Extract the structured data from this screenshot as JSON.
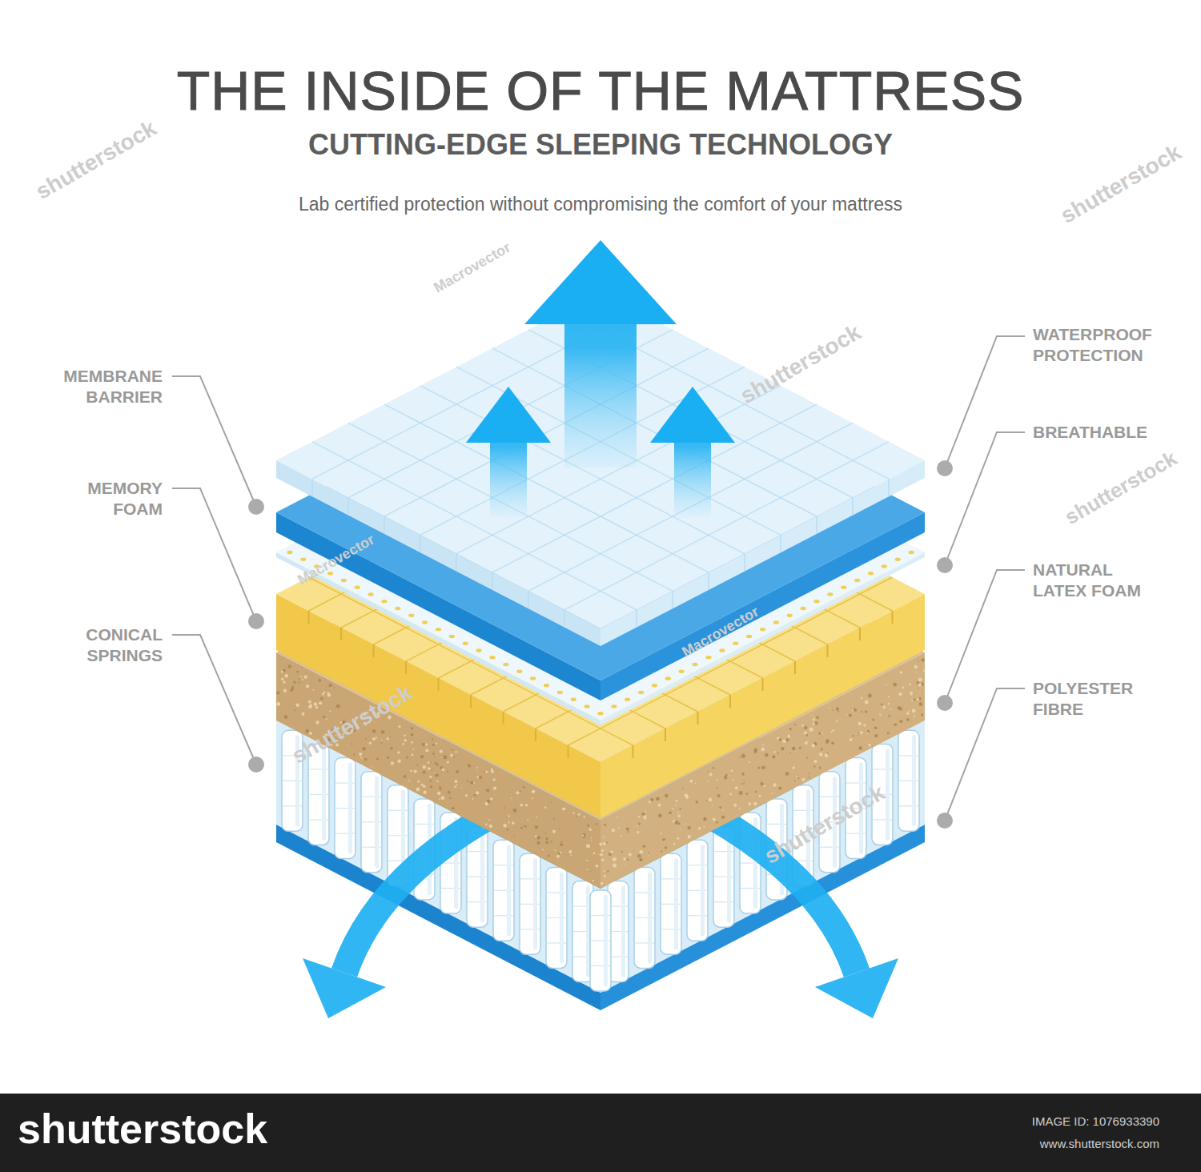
{
  "diagram": {
    "title": "THE INSIDE OF THE MATTRESS",
    "labels": [
      "CUTTING-EDGE SLEEPING TECHNOLOGY",
      "Lab certified protection without compromising the comfort of your mattress",
      "MEMBRANE BARRIER",
      "MEMORY FOAM",
      "CONICAL SPRINGS",
      "WATERPROOF PROTECTION",
      "BREATHABLE",
      "NATURAL LATEX FOAM",
      "POLYESTER FIBRE",
      "shutterstock",
      "shutterstock",
      "shutterstock",
      "shutterstock",
      "shutterstock",
      "shutterstock",
      "Macrovector",
      "Macrovector",
      "Macrovector",
      "shutterstock",
      "IMAGE ID: 1076933390",
      "www.shutterstock.com"
    ]
  }
}
